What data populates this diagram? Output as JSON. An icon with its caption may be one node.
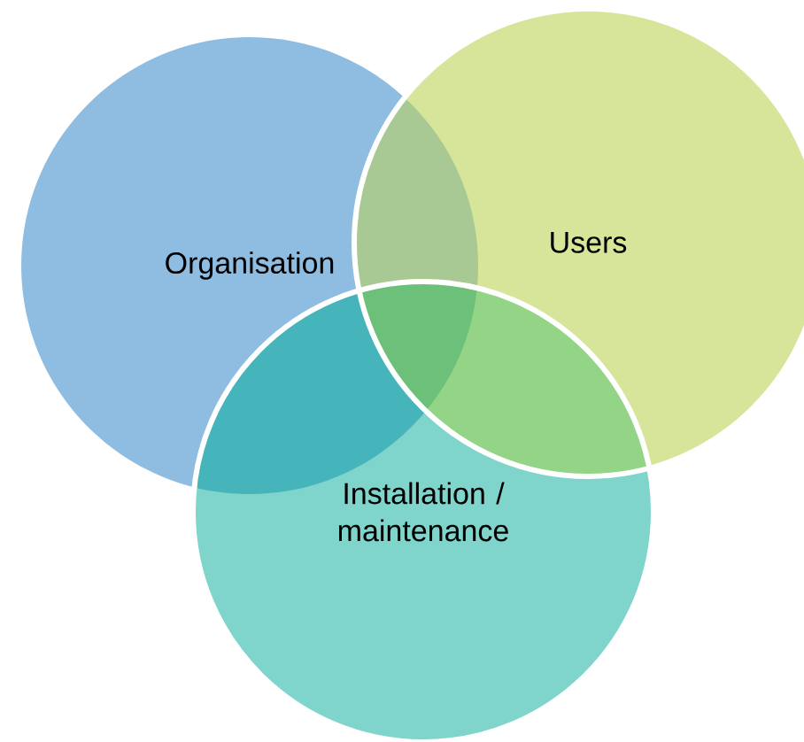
{
  "diagram": {
    "nodes": [
      {
        "text": [
          "Organisation"
        ]
      },
      {
        "text": [
          "Users"
        ]
      },
      {
        "text": [
          "Installation / maintenance"
        ]
      }
    ]
  }
}
